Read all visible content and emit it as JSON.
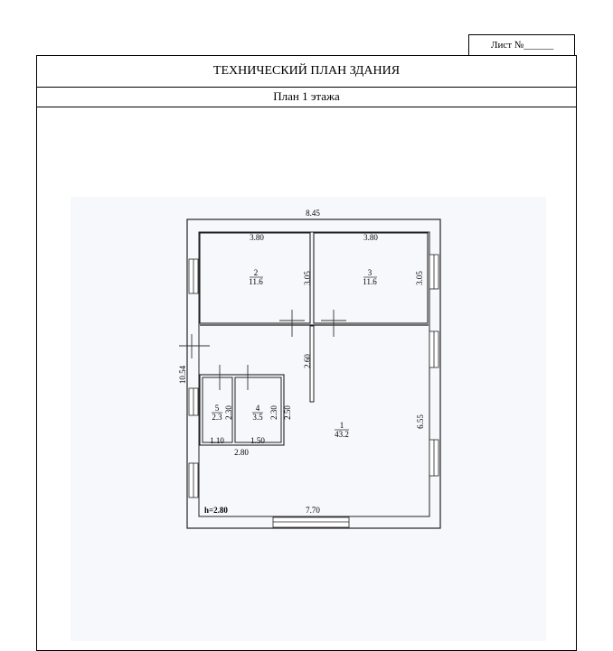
{
  "sheet": {
    "label": "Лист №______"
  },
  "header": {
    "title": "ТЕХНИЧЕСКИЙ ПЛАН ЗДАНИЯ",
    "subtitle": "План  1 этажа"
  },
  "plan": {
    "dimensions": {
      "overall_width": "8.45",
      "room2_width": "3.80",
      "room3_width": "3.80",
      "room2_depth": "3.05",
      "room3_depth": "3.05",
      "partition_length": "2.60",
      "overall_depth": "10.54",
      "room5_height": "2.30",
      "room4_height": "2.30",
      "block_height": "2.50",
      "room5_width": "1.10",
      "room4_width": "1.50",
      "block_width": "2.80",
      "room1_depth": "6.55",
      "room1_width": "7.70"
    },
    "rooms": [
      {
        "number": "1",
        "area": "43.2"
      },
      {
        "number": "2",
        "area": "11.6"
      },
      {
        "number": "3",
        "area": "11.6"
      },
      {
        "number": "4",
        "area": "3.5"
      },
      {
        "number": "5",
        "area": "2.3"
      }
    ],
    "ceiling_height": "h=2.80",
    "ceiling_color": "#1a2ea8"
  }
}
